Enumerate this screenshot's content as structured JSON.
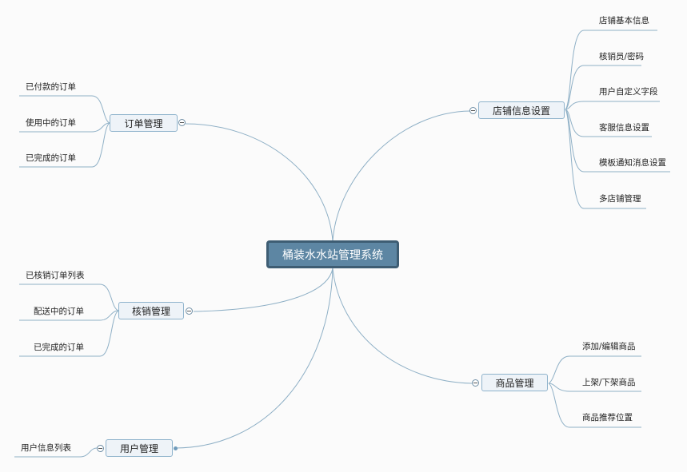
{
  "root": {
    "label": "桶装水水站管理系统"
  },
  "branches": {
    "orders": {
      "label": "订单管理",
      "children": [
        "已付款的订单",
        "使用中的订单",
        "已完成的订单"
      ]
    },
    "verify": {
      "label": "核销管理",
      "children": [
        "已核销订单列表",
        "配送中的订单",
        "已完成的订单"
      ]
    },
    "users": {
      "label": "用户管理",
      "children": [
        "用户信息列表"
      ]
    },
    "store": {
      "label": "店铺信息设置",
      "children": [
        "店铺基本信息",
        "核销员/密码",
        "用户自定义字段",
        "客服信息设置",
        "模板通知消息设置",
        "多店铺管理"
      ]
    },
    "products": {
      "label": "商品管理",
      "children": [
        "添加/编辑商品",
        "上架/下架商品",
        "商品推荐位置"
      ]
    }
  },
  "colors": {
    "line": "#8fb0c6",
    "root_fill": "#5d86a3",
    "root_border": "#3e5d73",
    "node_fill": "#eef3f8"
  },
  "icons": {
    "collapse": "minus-circle-icon",
    "expand": "dot-icon"
  }
}
